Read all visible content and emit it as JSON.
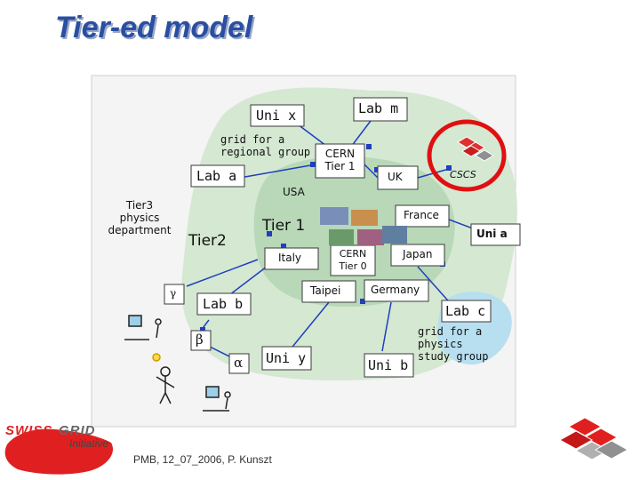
{
  "title": "Tier-ed model",
  "footer": "PMB, 12_07_2006, P. Kunszt",
  "logo": {
    "word1": "SWISS",
    "word2": "GRID",
    "word3": "Initiative"
  },
  "nodes": {
    "uni_x": "Uni x",
    "lab_m": "Lab m",
    "grid_regional": "grid for a\nregional group",
    "lab_a": "Lab a",
    "cern_tier1": "CERN\nTier 1",
    "uk": "UK",
    "cscs": "CSCS",
    "usa": "USA",
    "tier3": "Tier3\nphysics\ndepartment",
    "tier2": "Tier2",
    "tier1": "Tier 1",
    "france": "France",
    "uni_a": "Uni a",
    "italy": "Italy",
    "cern_tier0": "CERN\nTier 0",
    "japan": "Japan",
    "gamma": "γ",
    "taipei": "Taipei",
    "germany": "Germany",
    "lab_b": "Lab b",
    "lab_c": "Lab c",
    "beta": "β",
    "alpha": "α",
    "uni_y": "Uni y",
    "uni_b": "Uni b",
    "grid_physics": "grid for a\nphysics\nstudy group"
  },
  "colors": {
    "title": "#2a4fa0",
    "outer_blob": "#d4e8d2",
    "inner_blob": "#b8d8b8",
    "box_fill": "#ffffff",
    "box_stroke": "#3a3a3a",
    "edge": "#1e3fbf",
    "highlight_circle": "#e01010",
    "lab_c_blob": "#b8dff0",
    "logo_red": "#e02020"
  }
}
